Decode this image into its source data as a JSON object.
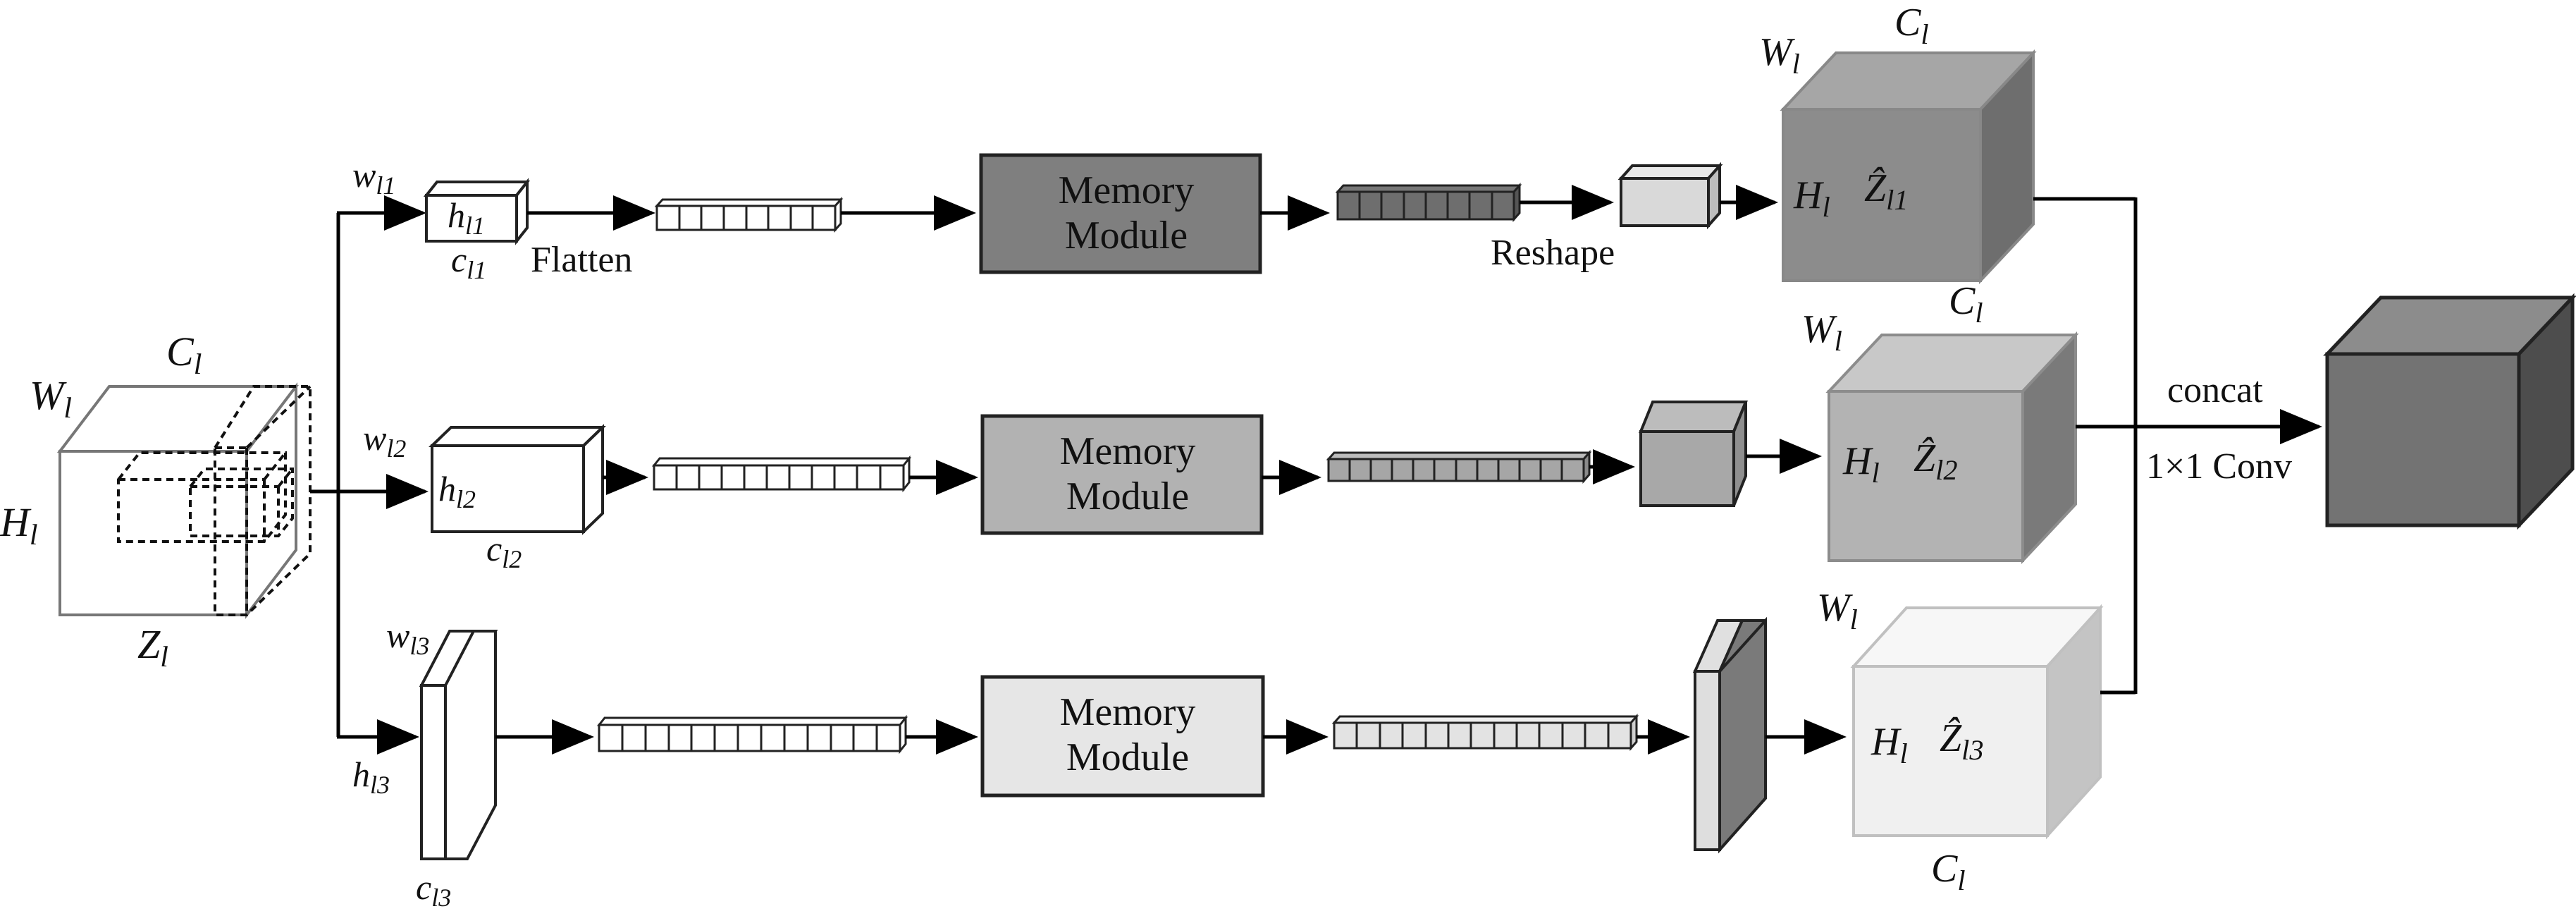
{
  "diagram": {
    "input": {
      "W": "W",
      "W_sub": "l",
      "C": "C",
      "C_sub": "l",
      "H": "H",
      "H_sub": "l",
      "Z": "Z",
      "Z_sub": "l"
    },
    "branch1": {
      "w": "w",
      "w_sub": "l1",
      "h": "h",
      "h_sub": "l1",
      "c": "c",
      "c_sub": "l1",
      "flatten": "Flatten",
      "memory_line1": "Memory",
      "memory_line2": "Module",
      "reshape": "Reshape",
      "out_W": "W",
      "out_W_sub": "l",
      "out_C": "C",
      "out_C_sub": "l",
      "out_H": "H",
      "out_H_sub": "l",
      "out_Z": "Ẑ",
      "out_Z_sub": "l1"
    },
    "branch2": {
      "w": "w",
      "w_sub": "l2",
      "h": "h",
      "h_sub": "l2",
      "c": "c",
      "c_sub": "l2",
      "memory_line1": "Memory",
      "memory_line2": "Module",
      "out_W": "W",
      "out_W_sub": "l",
      "out_C": "C",
      "out_C_sub": "l",
      "out_H": "H",
      "out_H_sub": "l",
      "out_Z": "Ẑ",
      "out_Z_sub": "l2"
    },
    "branch3": {
      "w": "w",
      "w_sub": "l3",
      "h": "h",
      "h_sub": "l3",
      "c": "c",
      "c_sub": "l3",
      "memory_line1": "Memory",
      "memory_line2": "Module",
      "out_W": "W",
      "out_W_sub": "l",
      "out_C": "C",
      "out_C_sub": "l",
      "out_H": "H",
      "out_H_sub": "l",
      "out_Z": "Ẑ",
      "out_Z_sub": "l3"
    },
    "concat": "concat",
    "conv": "1×1 Conv"
  },
  "colors": {
    "memory1": "#7f7f7f",
    "memory2": "#b2b2b2",
    "memory3": "#e6e6e6",
    "cube1_front": "#8c8c8c",
    "cube1_top": "#a6a6a6",
    "cube1_side": "#6e6e6e",
    "cube2_front": "#b3b3b3",
    "cube2_top": "#c8c8c8",
    "cube2_side": "#7a7a7a",
    "cube3_front": "#f0f0f0",
    "cube3_top": "#f7f7f7",
    "cube3_side": "#c4c4c4",
    "final_front": "#737373",
    "final_top": "#8c8c8c",
    "final_side": "#4d4d4d"
  }
}
